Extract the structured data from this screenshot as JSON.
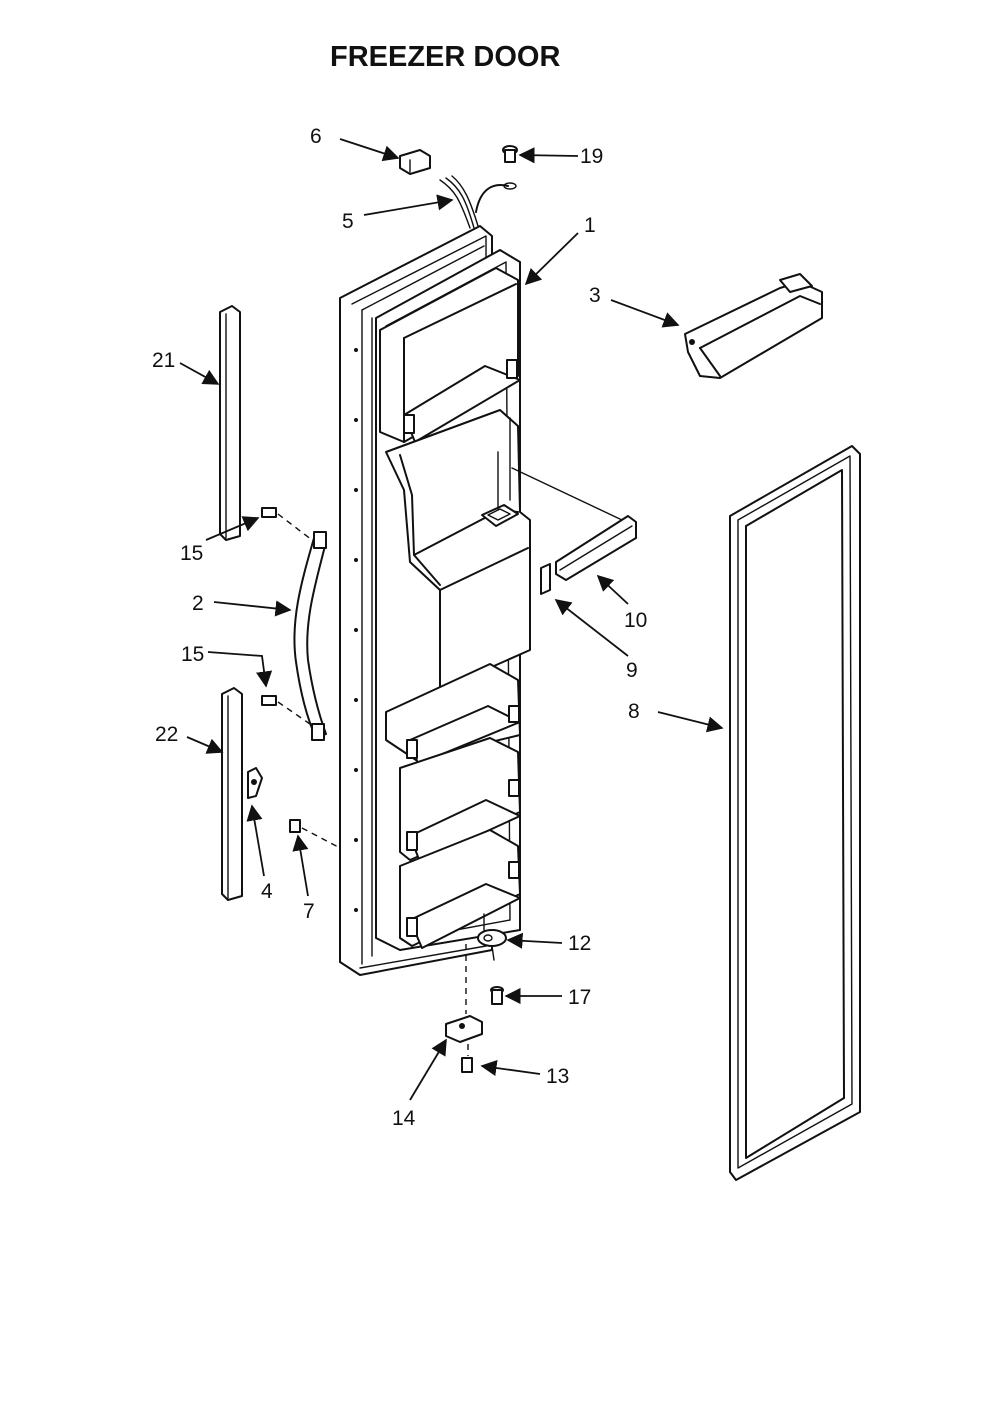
{
  "title": "FREEZER DOOR",
  "callouts": [
    "1",
    "2",
    "3",
    "4",
    "5",
    "6",
    "7",
    "8",
    "9",
    "10",
    "12",
    "13",
    "14",
    "15",
    "17",
    "19",
    "21",
    "22"
  ]
}
